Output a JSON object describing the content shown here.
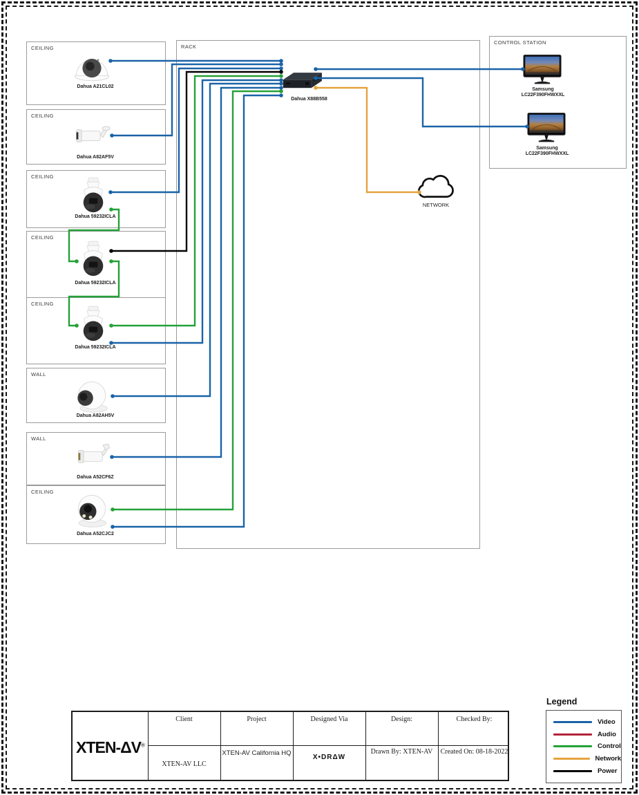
{
  "colors": {
    "video": "#1a63a8",
    "audio": "#b2233a",
    "control": "#24a138",
    "network": "#e5a33d",
    "power": "#000000"
  },
  "cameras": [
    {
      "location": "CEILING",
      "model": "Dahua A21CL02"
    },
    {
      "location": "CEILING",
      "model": "Dahua A82AF5V"
    },
    {
      "location": "CEILING",
      "model": "Dahua 59232ICLA"
    },
    {
      "location": "CEILING",
      "model": "Dahua 59232ICLA"
    },
    {
      "location": "CEILING",
      "model": "Dahua 59232ICLA"
    },
    {
      "location": "WALL",
      "model": "Dahua A82AH5V"
    },
    {
      "location": "WALL",
      "model": "Dahua A52CF6Z"
    },
    {
      "location": "CEILING",
      "model": "Dahua A52CJC2"
    }
  ],
  "rack": {
    "label": "RACK",
    "device_model": "Dahua X88B558"
  },
  "control_station": {
    "label": "CONTROL STATION",
    "monitors": [
      {
        "label": "Samsung\nLC22F390FHWXXL"
      },
      {
        "label": "Samsung\nLC22F390FHWXXL"
      }
    ]
  },
  "network_cloud": {
    "label": "NETWORK"
  },
  "connections": [
    {
      "from": "Dahua A21CL02",
      "to": "Dahua X88B558",
      "type": "video"
    },
    {
      "from": "Dahua A82AF5V",
      "to": "Dahua X88B558",
      "type": "video"
    },
    {
      "from": "Dahua 59232ICLA (1)",
      "to": "Dahua X88B558",
      "type": "video"
    },
    {
      "from": "Dahua 59232ICLA (1)",
      "to": "Dahua 59232ICLA (2)",
      "type": "control"
    },
    {
      "from": "Dahua 59232ICLA (2)",
      "to": "Dahua X88B558",
      "type": "power"
    },
    {
      "from": "Dahua 59232ICLA (2)",
      "to": "Dahua 59232ICLA (3)",
      "type": "control"
    },
    {
      "from": "Dahua 59232ICLA (3)",
      "to": "Dahua X88B558",
      "type": "control"
    },
    {
      "from": "Dahua 59232ICLA (3)",
      "to": "Dahua X88B558",
      "type": "video"
    },
    {
      "from": "Dahua A82AH5V",
      "to": "Dahua X88B558",
      "type": "video"
    },
    {
      "from": "Dahua A52CF6Z",
      "to": "Dahua X88B558",
      "type": "video"
    },
    {
      "from": "Dahua A52CJC2",
      "to": "Dahua X88B558",
      "type": "control"
    },
    {
      "from": "Dahua A52CJC2",
      "to": "Dahua X88B558",
      "type": "video"
    },
    {
      "from": "Dahua X88B558",
      "to": "Samsung LC22F390FHWXXL (1)",
      "type": "video"
    },
    {
      "from": "Dahua X88B558",
      "to": "Samsung LC22F390FHWXXL (2)",
      "type": "video"
    },
    {
      "from": "Dahua X88B558",
      "to": "NETWORK",
      "type": "network"
    }
  ],
  "legend": {
    "title": "Legend",
    "entries": [
      {
        "label": "Video",
        "key": "video"
      },
      {
        "label": "Audio",
        "key": "audio"
      },
      {
        "label": "Control",
        "key": "control"
      },
      {
        "label": "Network",
        "key": "network"
      },
      {
        "label": "Power",
        "key": "power"
      }
    ]
  },
  "title_block": {
    "logo": "XTEN-ΔV",
    "logo_reg": "®",
    "client_header": "Client",
    "client_value": "XTEN-AV LLC",
    "project_header": "Project",
    "project_value": "XTEN-AV California HQ",
    "designed_via_header": "Designed Via",
    "designed_via_value": "X•DRΔW",
    "design_header": "Design:",
    "design_value": "Drawn By: XTEN-AV",
    "checked_header": "Checked By:",
    "checked_value": "Created On: 08-18-2022"
  }
}
